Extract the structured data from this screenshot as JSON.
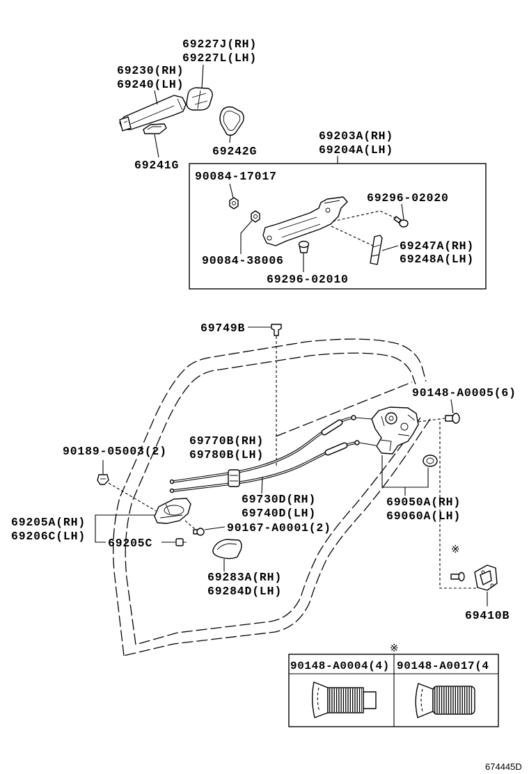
{
  "outside_handle": {
    "cover_rh": "69227J(RH)",
    "cover_lh": "69227L(LH)",
    "handle_rh": "69230(RH)",
    "handle_lh": "69240(LH)",
    "rear_pad": "69242G",
    "front_pad": "69241G"
  },
  "frame_box": {
    "frame_rh": "69203A(RH)",
    "frame_lh": "69204A(LH)",
    "nut_upper": "90084-17017",
    "nut_lower": "90084-38006",
    "screw_rear": "69296-02020",
    "screw_front": "69296-02010",
    "rod_rh": "69247A(RH)",
    "rod_lh": "69248A(LH)"
  },
  "door": {
    "clip_top": "69749B",
    "lock_screw": "90148-A0005(6)",
    "cable_rh": "69770B(RH)",
    "cable_lh": "69780B(LH)",
    "clip_handle": "90189-05003(2)",
    "lock_cable_rh": "69730D(RH)",
    "lock_cable_lh": "69740D(LH)",
    "lock_rh": "69050A(RH)",
    "lock_lh": "69060A(LH)",
    "inside_handle_rh": "69205A(RH)",
    "inside_handle_lh": "69206C(LH)",
    "handle_screw": "90167-A0001(2)",
    "handle_cap": "69205C",
    "bezel_rh": "69283A(RH)",
    "bezel_lh": "69284D(LH)",
    "striker_mark": "※",
    "striker": "69410B"
  },
  "screw_table": {
    "mark": "※",
    "col_left": "90148-A0004(4)",
    "col_right": "90148-A0017(4"
  },
  "illustration_code": "674445D"
}
